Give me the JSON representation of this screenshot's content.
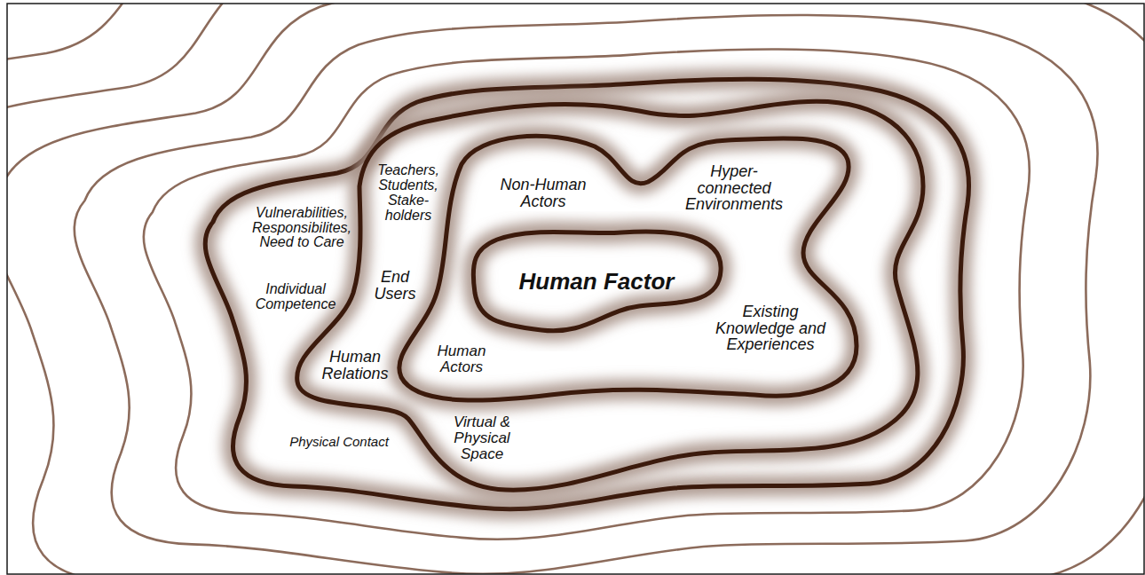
{
  "diagram": {
    "nodes": [
      {
        "text": [
          "Vulnerabilities, Responsibilites, Need to Care",
          "Individual Competence",
          "Physical Contact"
        ]
      },
      {
        "text": [
          "Teachers, Students, Stake- holders",
          "End Users",
          "Human Relations",
          "Virtual & Physical Space"
        ],
        "in": 0
      },
      {
        "text": [
          "Non-Human Actors",
          "Hyper- connected Environments",
          "Existing Knowledge and Experiences",
          "Human Actors"
        ],
        "in": 1
      },
      {
        "text": [
          "Human Factor"
        ],
        "in": 2
      }
    ]
  }
}
